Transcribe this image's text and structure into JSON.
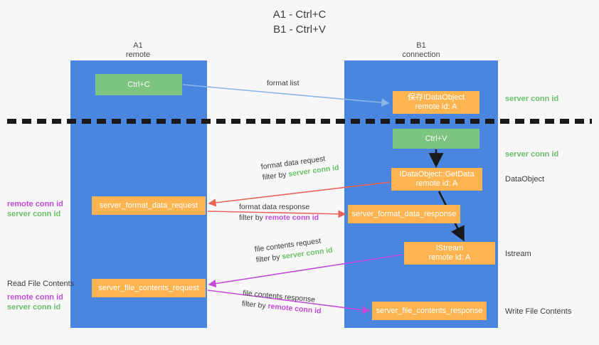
{
  "title": {
    "line1": "A1 - Ctrl+C",
    "line2": "B1 - Ctrl+V"
  },
  "columns": [
    {
      "name": "A1",
      "sub": "remote"
    },
    {
      "name": "B1",
      "sub": "connection"
    }
  ],
  "colors": {
    "lane": "#4a86e0",
    "green_node": "#7cc47f",
    "orange_node": "#fcb450",
    "server_conn": "#6abf69",
    "remote_conn": "#c04bd6",
    "red_arrow": "#e8645a",
    "magenta_arrow": "#c04bd6",
    "blue_arrow": "#8ab6e8",
    "black_arrow": "#1a1a1a",
    "background": "#f7f7f7"
  },
  "nodes": {
    "ctrl_c": {
      "line1": "Ctrl+C",
      "line2": ""
    },
    "save_idataobject": {
      "line1": "保存IDataObject",
      "line2": "remote id: A"
    },
    "ctrl_v": {
      "line1": "Ctrl+V",
      "line2": ""
    },
    "getdata": {
      "line1": "IDataObject::GetData",
      "line2": "remote id: A"
    },
    "istream": {
      "line1": "IStream",
      "line2": "remote id: A"
    },
    "server_format_data_request": {
      "line1": "server_format_data_request",
      "line2": ""
    },
    "server_format_data_response": {
      "line1": "server_format_data_response",
      "line2": ""
    },
    "server_file_contents_request": {
      "line1": "server_file_contents_request",
      "line2": ""
    },
    "server_file_contents_response": {
      "line1": "server_file_contents_response",
      "line2": ""
    }
  },
  "side_labels": {
    "server_conn_id_1": "server conn id",
    "server_conn_id_2": "server conn id",
    "dataobject": "DataObject",
    "istream": "Istream",
    "write_file_contents": "Write File Contents",
    "read_file_contents": "Read File Contents",
    "remote_conn_id": "remote conn id",
    "server_conn_id": "server conn id"
  },
  "edges": {
    "format_list": {
      "line1": "format list",
      "line2": ""
    },
    "format_data_request": {
      "line1": "format data request",
      "filter_prefix": "filter by ",
      "filter_value": "server conn id"
    },
    "format_data_response": {
      "line1": "format data response",
      "filter_prefix": "filter by ",
      "filter_value": "remote conn id"
    },
    "file_contents_request": {
      "line1": "file contents request",
      "filter_prefix": "filter by ",
      "filter_value": "server conn id"
    },
    "file_contents_response": {
      "line1": "file contents response",
      "filter_prefix": "filter by ",
      "filter_value": "remote conn id"
    }
  }
}
